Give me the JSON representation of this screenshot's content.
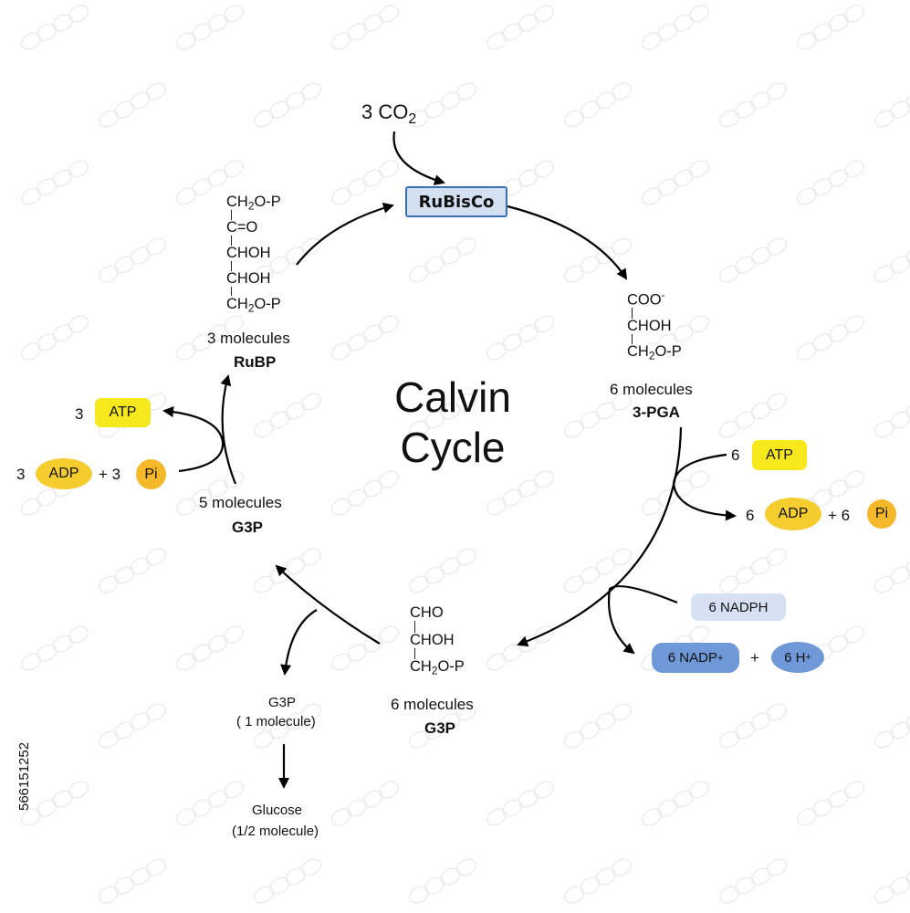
{
  "title": {
    "line1": "Calvin",
    "line2": "Cycle"
  },
  "input": {
    "coefficient": "3 CO",
    "subscript": "2"
  },
  "enzyme": "RuBisCo",
  "rubp": {
    "formula": [
      {
        "main": "CH",
        "sub": "2",
        "rest": "O-P"
      },
      {
        "main": "C=O",
        "sub": "",
        "rest": ""
      },
      {
        "main": "CHOH",
        "sub": "",
        "rest": ""
      },
      {
        "main": "CHOH",
        "sub": "",
        "rest": ""
      },
      {
        "main": "CH",
        "sub": "2",
        "rest": "O-P"
      }
    ],
    "count": "3 molecules",
    "name": "RuBP"
  },
  "pga": {
    "formula": [
      {
        "main": "COO",
        "sup": "-"
      },
      {
        "main": "CHOH"
      },
      {
        "main": "CH",
        "sub": "2",
        "rest": "O-P"
      }
    ],
    "count": "6 molecules",
    "name": "3-PGA"
  },
  "g3p6": {
    "formula": [
      {
        "main": "CHO"
      },
      {
        "main": "CHOH"
      },
      {
        "main": "CH",
        "sub": "2",
        "rest": "O-P"
      }
    ],
    "count": "6 molecules",
    "name": "G3P"
  },
  "g3p5": {
    "count": "5 molecules",
    "name": "G3P"
  },
  "output": {
    "g3p_line1": "G3P",
    "g3p_line2": "( 1 molecule)",
    "glucose_line1": "Glucose",
    "glucose_line2": "(1/2 molecule)"
  },
  "right_energy": {
    "atp_coef": "6",
    "atp": "ATP",
    "adp_coef": "6",
    "adp": "ADP",
    "plus": "+ 6",
    "pi": "Pi"
  },
  "left_energy": {
    "atp_coef": "3",
    "atp": "ATP",
    "adp_coef": "3",
    "adp": "ADP",
    "plus": "+ 3",
    "pi": "Pi"
  },
  "reduction": {
    "nadph": "6 NADPH",
    "nadp": "6 NADP",
    "nadp_sup": "+",
    "plus": "+",
    "h": "6 H",
    "h_sup": "+"
  },
  "stock_id": "566151252",
  "colors": {
    "atp": "#f6e81c",
    "adp": "#f5cd2e",
    "pi": "#f5b82a",
    "nadph": "#d6e2f3",
    "nadp": "#6f98d8",
    "rubisco_fill": "#d3e0f2",
    "rubisco_border": "#3b6fb4"
  }
}
